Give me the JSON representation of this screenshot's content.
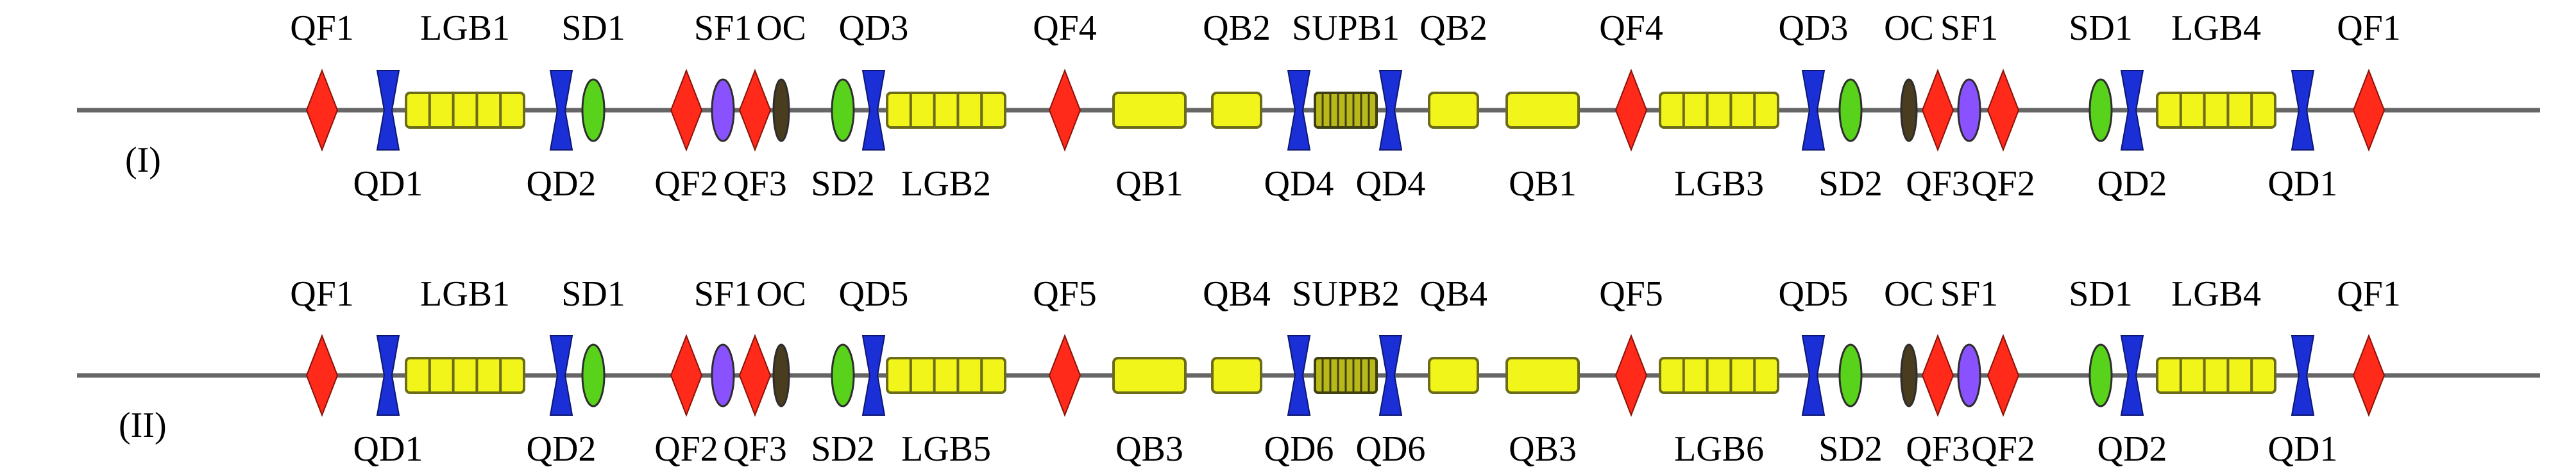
{
  "colors": {
    "beamline": "#666666",
    "focusing_quad": "#ff2a1a",
    "defocusing_quad": "#1a2fd6",
    "dipole_fill": "#f2f51a",
    "dipole_stroke": "#6b6b1a",
    "sextupole_sf": "#8a52ff",
    "sextupole_sd": "#58d21a",
    "octupole": "#4a3c1e",
    "superbend": "#b8b81a"
  },
  "lattices": [
    {
      "row_label": "(I)",
      "elements": [
        {
          "type": "qf",
          "top": "QF1"
        },
        {
          "type": "qd",
          "bottom": "QD1"
        },
        {
          "type": "lgb",
          "top": "LGB1"
        },
        {
          "type": "qd",
          "bottom": "QD2"
        },
        {
          "type": "sd",
          "top": "SD1"
        },
        {
          "type": "qf",
          "bottom": "QF2"
        },
        {
          "type": "sf",
          "top": "SF1"
        },
        {
          "type": "qf",
          "bottom": "QF3"
        },
        {
          "type": "oc",
          "top": "OC"
        },
        {
          "type": "sd",
          "bottom": "SD2"
        },
        {
          "type": "qd",
          "top": "QD3"
        },
        {
          "type": "lgb",
          "bottom": "LGB2"
        },
        {
          "type": "qf",
          "top": "QF4"
        },
        {
          "type": "qb",
          "bottom": "QB1"
        },
        {
          "type": "qb",
          "top": "QB2"
        },
        {
          "type": "qd",
          "bottom": "QD4"
        },
        {
          "type": "supb",
          "top": "SUPB1"
        },
        {
          "type": "qd",
          "bottom": "QD4"
        },
        {
          "type": "qb",
          "top": "QB2"
        },
        {
          "type": "qb",
          "bottom": "QB1"
        },
        {
          "type": "qf",
          "top": "QF4"
        },
        {
          "type": "lgb",
          "bottom": "LGB3"
        },
        {
          "type": "qd",
          "top": "QD3"
        },
        {
          "type": "sd",
          "bottom": "SD2"
        },
        {
          "type": "oc",
          "top": "OC"
        },
        {
          "type": "qf",
          "bottom": "QF3"
        },
        {
          "type": "sf",
          "top": "SF1"
        },
        {
          "type": "qf",
          "bottom": "QF2"
        },
        {
          "type": "sd",
          "top": "SD1"
        },
        {
          "type": "qd",
          "bottom": "QD2"
        },
        {
          "type": "lgb",
          "top": "LGB4"
        },
        {
          "type": "qd",
          "bottom": "QD1"
        },
        {
          "type": "qf",
          "top": "QF1"
        }
      ]
    },
    {
      "row_label": "(II)",
      "elements": [
        {
          "type": "qf",
          "top": "QF1"
        },
        {
          "type": "qd",
          "bottom": "QD1"
        },
        {
          "type": "lgb",
          "top": "LGB1"
        },
        {
          "type": "qd",
          "bottom": "QD2"
        },
        {
          "type": "sd",
          "top": "SD1"
        },
        {
          "type": "qf",
          "bottom": "QF2"
        },
        {
          "type": "sf",
          "top": "SF1"
        },
        {
          "type": "qf",
          "bottom": "QF3"
        },
        {
          "type": "oc",
          "top": "OC"
        },
        {
          "type": "sd",
          "bottom": "SD2"
        },
        {
          "type": "qd",
          "top": "QD5"
        },
        {
          "type": "lgb",
          "bottom": "LGB5"
        },
        {
          "type": "qf",
          "top": "QF5"
        },
        {
          "type": "qb",
          "bottom": "QB3"
        },
        {
          "type": "qb",
          "top": "QB4"
        },
        {
          "type": "qd",
          "bottom": "QD6"
        },
        {
          "type": "supb",
          "top": "SUPB2"
        },
        {
          "type": "qd",
          "bottom": "QD6"
        },
        {
          "type": "qb",
          "top": "QB4"
        },
        {
          "type": "qb",
          "bottom": "QB3"
        },
        {
          "type": "qf",
          "top": "QF5"
        },
        {
          "type": "lgb",
          "bottom": "LGB6"
        },
        {
          "type": "qd",
          "top": "QD5"
        },
        {
          "type": "sd",
          "bottom": "SD2"
        },
        {
          "type": "oc",
          "top": "OC"
        },
        {
          "type": "qf",
          "bottom": "QF3"
        },
        {
          "type": "sf",
          "top": "SF1"
        },
        {
          "type": "qf",
          "bottom": "QF2"
        },
        {
          "type": "sd",
          "top": "SD1"
        },
        {
          "type": "qd",
          "bottom": "QD2"
        },
        {
          "type": "lgb",
          "top": "LGB4"
        },
        {
          "type": "qd",
          "bottom": "QD1"
        },
        {
          "type": "qf",
          "top": "QF1"
        }
      ]
    }
  ]
}
